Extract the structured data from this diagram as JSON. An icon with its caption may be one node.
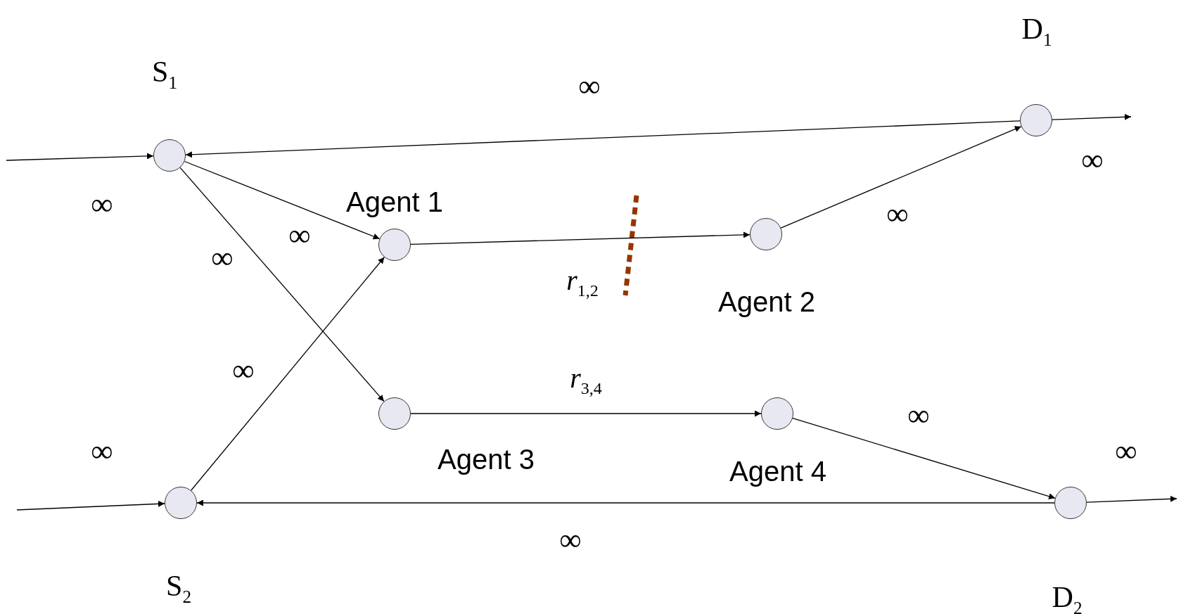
{
  "diagram": {
    "nodes": [
      {
        "text": [
          "S$_{1}$"
        ]
      },
      {
        "text": [
          "D$_{1}$"
        ]
      },
      {
        "text": [
          "Agent 1"
        ]
      },
      {
        "text": [
          "Agent 2"
        ]
      },
      {
        "text": [
          "Agent 3"
        ]
      },
      {
        "text": [
          "Agent 4"
        ]
      },
      {
        "text": [
          "S$_{2}$"
        ]
      },
      {
        "text": [
          "D$_{2}$"
        ]
      }
    ],
    "edges": [
      {
        "from": null,
        "to": 0,
        "arrow": "to",
        "label": "∞"
      },
      {
        "from": 1,
        "to": 0,
        "arrow": "to",
        "label": "∞"
      },
      {
        "from": 1,
        "to": null,
        "arrow": "to",
        "label": "∞"
      },
      {
        "from": 0,
        "to": 2,
        "arrow": "to",
        "label": "∞"
      },
      {
        "from": 0,
        "to": 4,
        "arrow": "to",
        "label": "∞"
      },
      {
        "from": 6,
        "to": 2,
        "arrow": "to",
        "label": "∞"
      },
      {
        "from": 2,
        "to": 3,
        "arrow": "to",
        "label": "*r*$_{1,2}$"
      },
      {
        "from": 3,
        "to": 1,
        "arrow": "to",
        "label": "∞"
      },
      {
        "from": 4,
        "to": 5,
        "arrow": "to",
        "label": "*r*$_{3,4}$"
      },
      {
        "from": 5,
        "to": 7,
        "arrow": "to",
        "label": "∞"
      },
      {
        "from": null,
        "to": 6,
        "arrow": "to",
        "label": "∞"
      },
      {
        "from": 7,
        "to": 6,
        "arrow": "to",
        "label": "∞"
      },
      {
        "from": 7,
        "to": null,
        "arrow": "to",
        "label": "∞"
      }
    ]
  }
}
